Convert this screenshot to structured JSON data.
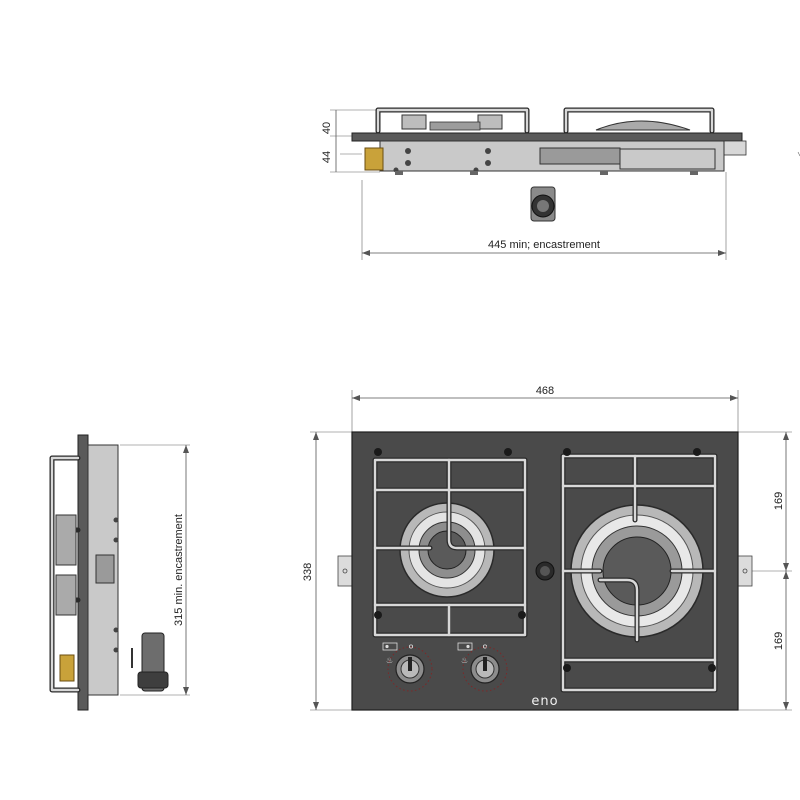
{
  "dimensions": {
    "side_height_top": "40",
    "side_height_bottom": "44",
    "cutout_width": "445  min; encastrement",
    "overall_width": "468",
    "overall_depth": "338",
    "half_depth_top": "169",
    "half_depth_bottom": "169",
    "cutout_depth": "315  min. encastrement"
  },
  "brand": {
    "logo_text": "eno"
  },
  "colors": {
    "glass_top": "#4a4a4a",
    "steel": "#c9c9c9",
    "grate": "#2a2a2a",
    "brass": "#c9a23a"
  }
}
